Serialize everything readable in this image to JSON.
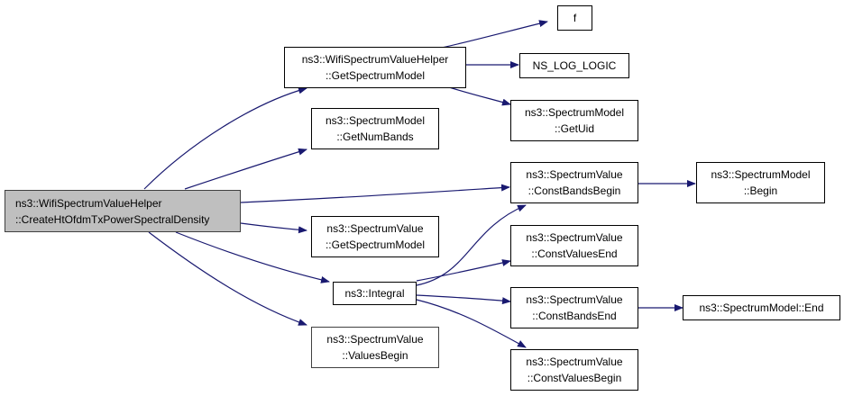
{
  "graph": {
    "edge_color": "#191970",
    "root_fill": "#bfbfbf",
    "nodes": {
      "root": {
        "line1": "ns3::WifiSpectrumValueHelper",
        "line2": "::CreateHtOfdmTxPowerSpectralDensity"
      },
      "getSpectrumModel": {
        "line1": "ns3::WifiSpectrumValueHelper",
        "line2": "::GetSpectrumModel"
      },
      "getNumBands": {
        "line1": "ns3::SpectrumModel",
        "line2": "::GetNumBands"
      },
      "svGetSpecModel": {
        "line1": "ns3::SpectrumValue",
        "line2": "::GetSpectrumModel"
      },
      "integral": {
        "line1": "ns3::Integral"
      },
      "valuesBegin": {
        "line1": "ns3::SpectrumValue",
        "line2": "::ValuesBegin"
      },
      "f": {
        "line1": "f"
      },
      "nsLogLogic": {
        "line1": "NS_LOG_LOGIC"
      },
      "getUid": {
        "line1": "ns3::SpectrumModel",
        "line2": "::GetUid"
      },
      "constBandsBegin": {
        "line1": "ns3::SpectrumValue",
        "line2": "::ConstBandsBegin"
      },
      "constValuesEnd": {
        "line1": "ns3::SpectrumValue",
        "line2": "::ConstValuesEnd"
      },
      "constBandsEnd": {
        "line1": "ns3::SpectrumValue",
        "line2": "::ConstBandsEnd"
      },
      "constValuesBegin": {
        "line1": "ns3::SpectrumValue",
        "line2": "::ConstValuesBegin"
      },
      "smBegin": {
        "line1": "ns3::SpectrumModel",
        "line2": "::Begin"
      },
      "smEnd": {
        "line1": "ns3::SpectrumModel::End"
      }
    },
    "edges": [
      [
        "root",
        "getSpectrumModel"
      ],
      [
        "root",
        "getNumBands"
      ],
      [
        "root",
        "constBandsBegin"
      ],
      [
        "root",
        "svGetSpecModel"
      ],
      [
        "root",
        "integral"
      ],
      [
        "root",
        "valuesBegin"
      ],
      [
        "getSpectrumModel",
        "f"
      ],
      [
        "getSpectrumModel",
        "nsLogLogic"
      ],
      [
        "getSpectrumModel",
        "getUid"
      ],
      [
        "integral",
        "constBandsBegin"
      ],
      [
        "integral",
        "constValuesEnd"
      ],
      [
        "integral",
        "constBandsEnd"
      ],
      [
        "integral",
        "constValuesBegin"
      ],
      [
        "constBandsBegin",
        "smBegin"
      ],
      [
        "constBandsEnd",
        "smEnd"
      ]
    ]
  }
}
